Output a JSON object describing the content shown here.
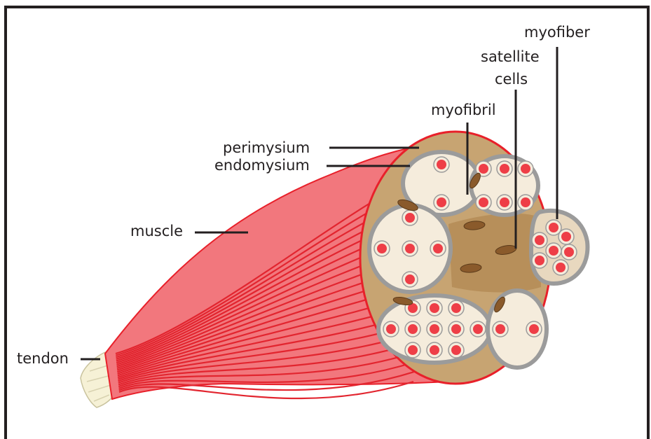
{
  "labels": {
    "myofiber": "myofiber",
    "satellite_line1": "satellite",
    "satellite_line2": "cells",
    "myofibril": "myofibril",
    "perimysium": "perimysium",
    "endomysium": "endomysium",
    "muscle": "muscle",
    "tendon": "tendon"
  },
  "colors": {
    "muscle_light": "#f2777d",
    "muscle_stripe": "#e2252f",
    "muscle_outline": "#e8202a",
    "perimysium_tan": "#c7a472",
    "perimysium_dark": "#b78f5a",
    "endomysium_fill": "#e8d8bf",
    "fascicle_outline": "#9b9b9b",
    "cell_fill": "#f5ecdc",
    "myofibril_red": "#ee3e47",
    "satellite_brown": "#8a5a2b",
    "tendon_fill": "#f6f1d6",
    "line_color": "#231f20"
  }
}
